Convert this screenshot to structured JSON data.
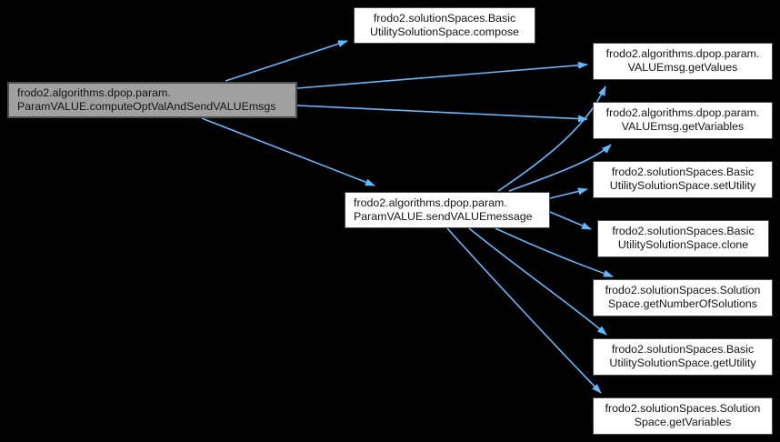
{
  "colors": {
    "background": "#000000",
    "edge": "#63b8ff",
    "node_fill": "#ffffff",
    "node_border": "#4a4a4a",
    "main_node_fill": "#a0a0a0",
    "text": "#141414"
  },
  "nodes": {
    "main": {
      "line1": "frodo2.algorithms.dpop.param.",
      "line2": "ParamVALUE.computeOptValAndSendVALUEmsgs"
    },
    "compose": {
      "line1": "frodo2.solutionSpaces.Basic",
      "line2": "UtilitySolutionSpace.compose"
    },
    "send_value_message": {
      "line1": "frodo2.algorithms.dpop.param.",
      "line2": "ParamVALUE.sendVALUEmessage"
    },
    "get_values": {
      "line1": "frodo2.algorithms.dpop.param.",
      "line2": "VALUEmsg.getValues"
    },
    "get_variables_msg": {
      "line1": "frodo2.algorithms.dpop.param.",
      "line2": "VALUEmsg.getVariables"
    },
    "set_utility": {
      "line1": "frodo2.solutionSpaces.Basic",
      "line2": "UtilitySolutionSpace.setUtility"
    },
    "clone": {
      "line1": "frodo2.solutionSpaces.Basic",
      "line2": "UtilitySolutionSpace.clone"
    },
    "get_number_of_solutions": {
      "line1": "frodo2.solutionSpaces.Solution",
      "line2": "Space.getNumberOfSolutions"
    },
    "get_utility": {
      "line1": "frodo2.solutionSpaces.Basic",
      "line2": "UtilitySolutionSpace.getUtility"
    },
    "get_variables_space": {
      "line1": "frodo2.solutionSpaces.Solution",
      "line2": "Space.getVariables"
    }
  },
  "edges": [
    {
      "from": "main",
      "to": "compose"
    },
    {
      "from": "main",
      "to": "get_values"
    },
    {
      "from": "main",
      "to": "get_variables_msg"
    },
    {
      "from": "main",
      "to": "send_value_message"
    },
    {
      "from": "send_value_message",
      "to": "get_values"
    },
    {
      "from": "send_value_message",
      "to": "get_variables_msg"
    },
    {
      "from": "send_value_message",
      "to": "set_utility"
    },
    {
      "from": "send_value_message",
      "to": "clone"
    },
    {
      "from": "send_value_message",
      "to": "get_number_of_solutions"
    },
    {
      "from": "send_value_message",
      "to": "get_utility"
    },
    {
      "from": "send_value_message",
      "to": "get_variables_space"
    }
  ]
}
